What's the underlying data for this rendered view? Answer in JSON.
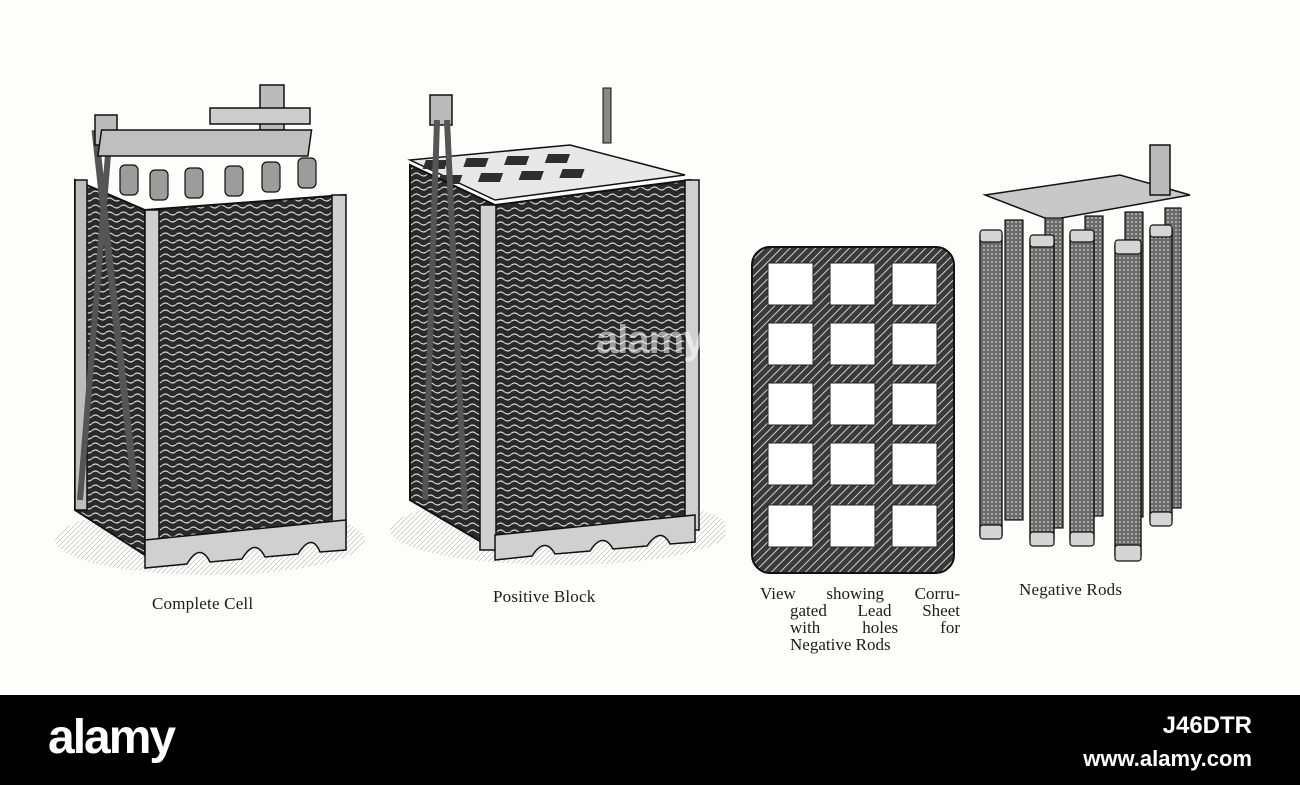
{
  "figures": {
    "complete_cell": {
      "caption": "Complete Cell"
    },
    "positive_block": {
      "caption": "Positive Block"
    },
    "lead_sheet": {
      "caption_lines": [
        "View showing Corru-",
        "gated Lead Sheet",
        "with holes for",
        "Negative Rods"
      ]
    },
    "negative_rods": {
      "caption": "Negative Rods"
    }
  },
  "watermark": {
    "text": "alamy"
  },
  "footer": {
    "logo": "alamy",
    "image_id": "J46DTR",
    "site": "www.alamy.com",
    "background": "#000000",
    "text_color": "#ffffff"
  }
}
